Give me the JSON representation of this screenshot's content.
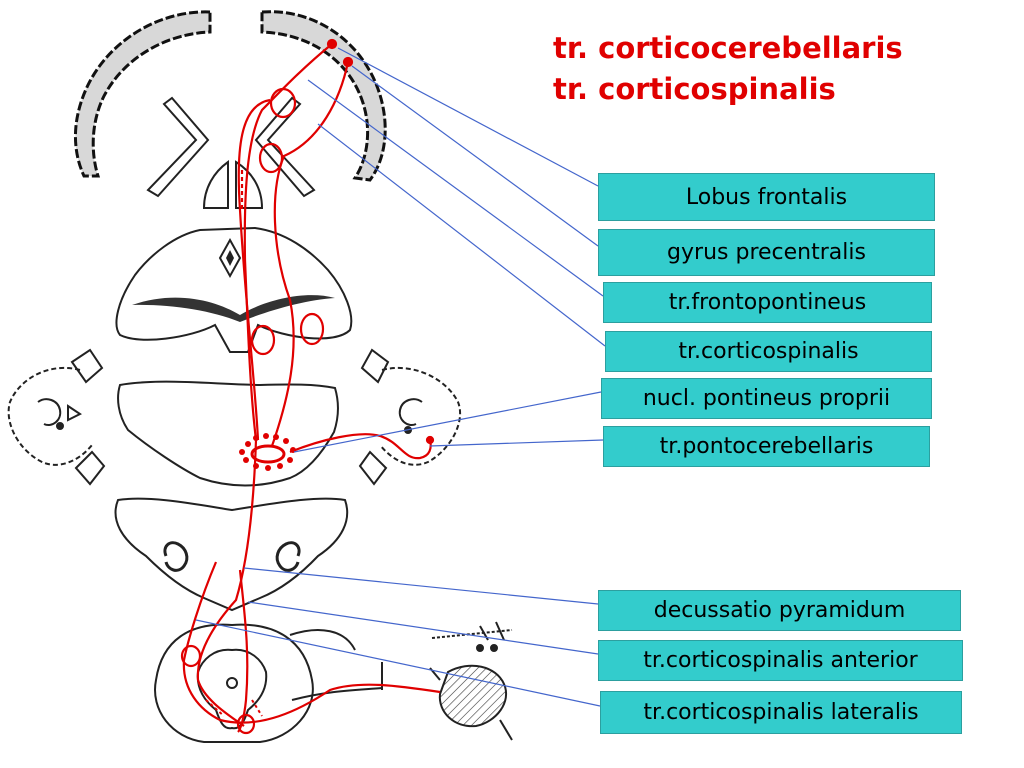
{
  "title": {
    "line1": "tr. corticocerebellaris",
    "line2": "tr. corticospinalis"
  },
  "labels": [
    "Lobus frontalis",
    "gyrus precentralis",
    "tr.frontopontineus",
    "tr.corticospinalis",
    "nucl. pontineus proprii",
    "tr.pontocerebellaris",
    "decussatio pyramidum",
    "tr.corticospinalis anterior",
    "tr.corticospinalis lateralis"
  ],
  "colors": {
    "tract": "#e00000",
    "leader_line": "#4466cc",
    "label_box": "#33cccc",
    "outline": "#222222"
  }
}
